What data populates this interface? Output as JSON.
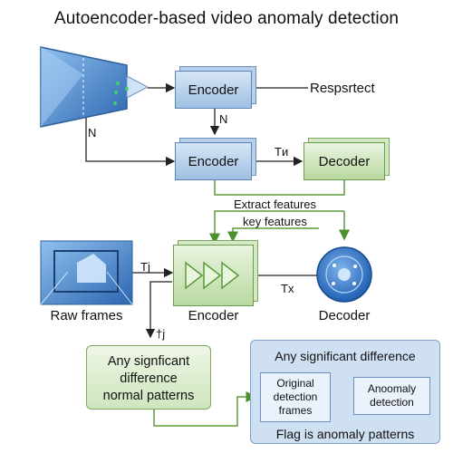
{
  "title": "Autoencoder-based video anomaly detection",
  "top": {
    "encoder1": "Encoder",
    "encoder2": "Encoder",
    "decoder": "Decoder",
    "respect_label": "Respsrtect",
    "n_label_1": "N",
    "n_label_2": "N",
    "tn_label": "Tи"
  },
  "features": {
    "extract": "Extract features",
    "key": "key features"
  },
  "middle": {
    "raw_frames": "Raw frames",
    "encoder": "Encoder",
    "decoder": "Decoder",
    "tj_label": "Tj",
    "tx_label": "Tx",
    "tj_down_label": "†j"
  },
  "bottom_left": {
    "line1": "Any signficant",
    "line2": "difference",
    "line3": "normal patterns"
  },
  "bottom_right": {
    "title": "Any significant difference",
    "original": "Original detection frames",
    "anomaly": "Anoomaly detection",
    "flag": "Flag is anomaly patterns"
  },
  "colors": {
    "blue_accent": "#5b84b8",
    "green_accent": "#6a9c4e",
    "green_line": "#5c9a3a"
  }
}
